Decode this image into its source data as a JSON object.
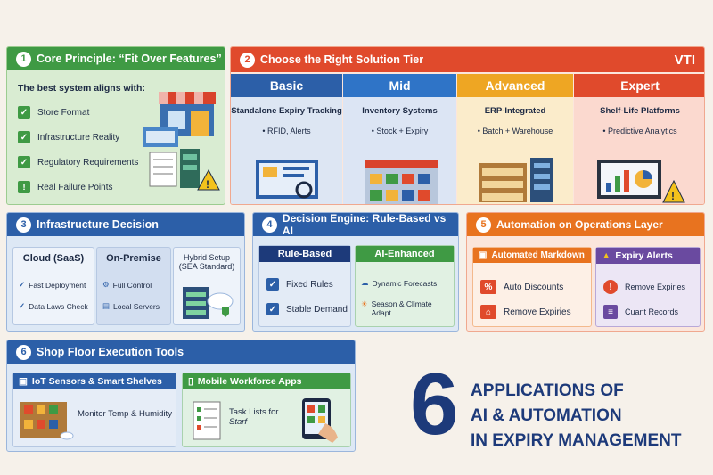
{
  "p1": {
    "num": "1",
    "title": "Core Principle: “Fit Over Features”",
    "intro": "The best system aligns with:",
    "items": [
      "Store Format",
      "Infrastructure Reality",
      "Regulatory Requirements",
      "Real Failure Points"
    ]
  },
  "p2": {
    "num": "2",
    "title": "Choose the Right Solution Tier",
    "logo": "VTI",
    "tiers": [
      {
        "name": "Basic",
        "line1": "Standalone Expiry Tracking",
        "line2": "• RFID, Alerts"
      },
      {
        "name": "Mid",
        "line1": "Inventory Systems",
        "line2": "• Stock + Expiry"
      },
      {
        "name": "Advanced",
        "line1": "ERP-Integrated",
        "line2": "• Batch + Warehouse"
      },
      {
        "name": "Expert",
        "line1": "Shelf-Life Platforms",
        "line2": "• Predictive Analytics"
      }
    ]
  },
  "p3": {
    "num": "3",
    "title": "Infrastructure Decision",
    "cloud": {
      "name": "Cloud (SaaS)",
      "a": "Fast Deployment",
      "b": "Data Laws Check"
    },
    "onprem": {
      "name": "On-Premise",
      "a": "Full Control",
      "b": "Local Servers"
    },
    "hybrid": {
      "l1": "Hybrid Setup",
      "l2": "(SEA Standard)"
    }
  },
  "p4": {
    "num": "4",
    "title": "Decision Engine: Rule-Based vs AI",
    "rule": {
      "name": "Rule-Based",
      "a": "Fixed Rules",
      "b": "Stable Demand"
    },
    "ai": {
      "name": "AI-Enhanced",
      "a": "Dynamic Forecasts",
      "b1": "Season & Climate",
      "b2": "Adapt"
    }
  },
  "p5": {
    "num": "5",
    "title": "Automation on Operations Layer",
    "markdown": {
      "name": "Automated Markdown",
      "a": "Auto Discounts",
      "b": "Remove Expiries"
    },
    "alerts": {
      "name": "Expiry Alerts",
      "a": "Remove Expiries",
      "b": "Cuant Records"
    }
  },
  "p6": {
    "num": "6",
    "title": "Shop Floor Execution Tools",
    "iot": {
      "name": "IoT Sensors & Smart Shelves",
      "a": "Monitor Temp & Humidity"
    },
    "mobile": {
      "name": "Mobile Workforce Apps",
      "a1": "Task Lists for",
      "a2": "Starf"
    }
  },
  "headline": {
    "big": "6",
    "l1": "APPLICATIONS OF",
    "l2": "AI & AUTOMATION",
    "l3": "IN EXPIRY MANAGEMENT"
  },
  "colors": {
    "green": "#3f9a44",
    "red": "#e04a2c",
    "blue": "#2c5fa8",
    "orange": "#e8731f",
    "purple": "#6a4aa0",
    "navy": "#1d3a7a"
  }
}
